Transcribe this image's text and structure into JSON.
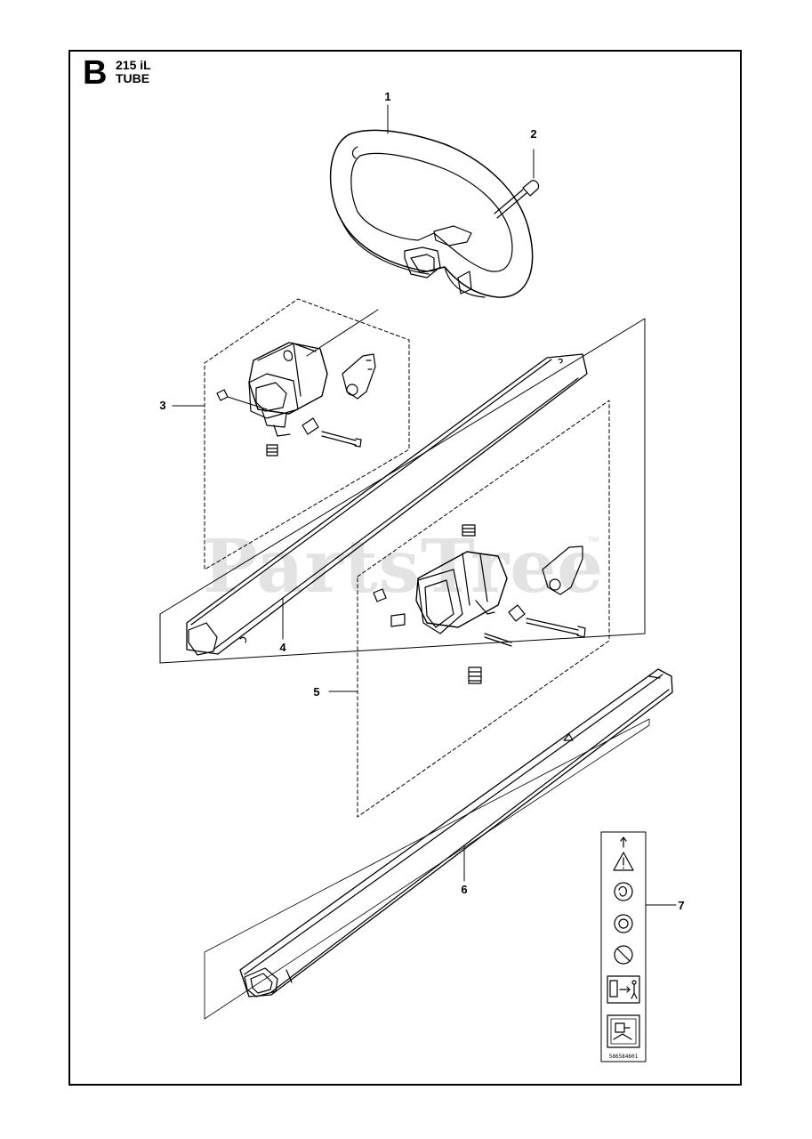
{
  "header": {
    "section_letter": "B",
    "model": "215 iL",
    "title": "TUBE"
  },
  "callouts": {
    "p1": "1",
    "p2": "2",
    "p3": "3",
    "p4": "4",
    "p5": "5",
    "p6": "6",
    "p7": "7"
  },
  "watermark": {
    "text": "PartsTree",
    "tm": "™"
  },
  "decal": {
    "code": "586584601",
    "icons": [
      "arrow-up-icon",
      "warning-triangle-icon",
      "ear-protection-icon",
      "helmet-icon",
      "no-children-icon",
      "safety-distance-icon",
      "read-manual-icon"
    ]
  },
  "colors": {
    "line": "#000000",
    "watermark": "#d8d8d8"
  }
}
